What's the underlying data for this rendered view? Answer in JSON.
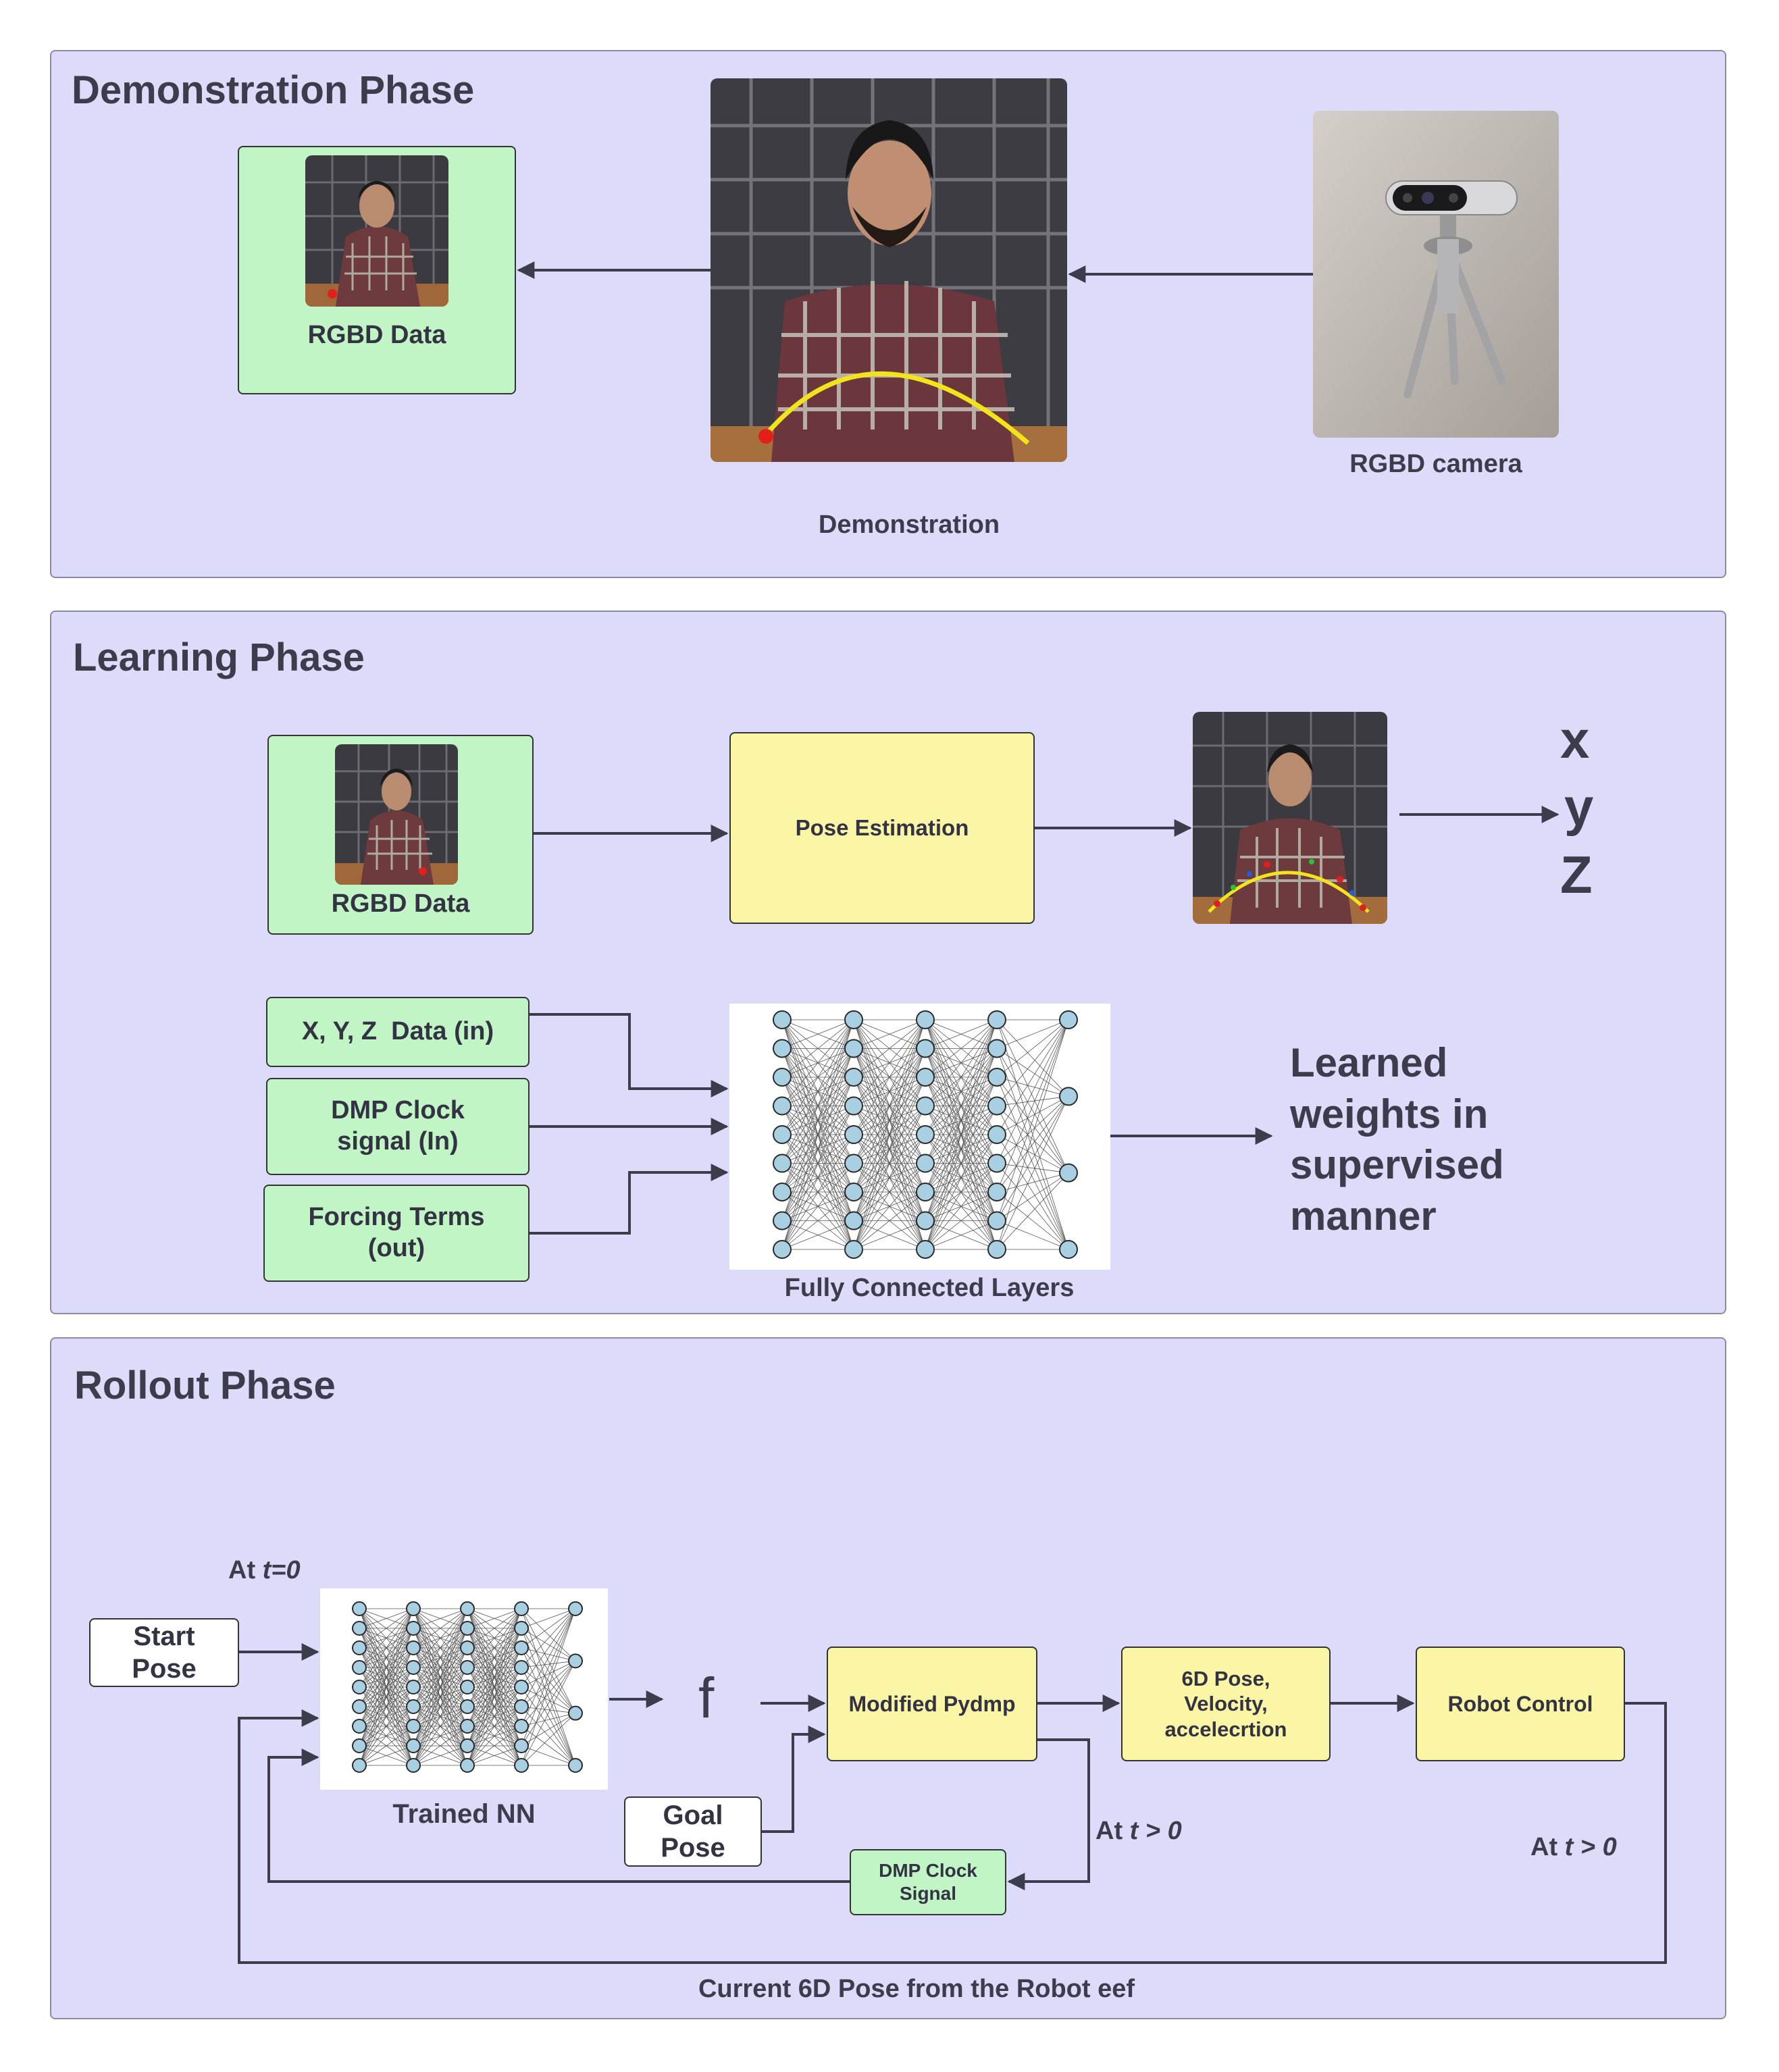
{
  "demonstration": {
    "title": "Demonstration Phase",
    "rgbd_data_label": "RGBD Data",
    "demonstration_label": "Demonstration",
    "camera_label": "RGBD camera"
  },
  "learning": {
    "title": "Learning Phase",
    "rgbd_data_label": "RGBD Data",
    "pose_estimation_label": "Pose Estimation",
    "axes": [
      "x",
      "y",
      "Z"
    ],
    "xyz_input_label": "X, Y, Z  Data (in)",
    "dmp_clock_label": "DMP Clock signal (In)",
    "forcing_terms_label": "Forcing Terms (out)",
    "fc_layers_label": "Fully Connected Layers",
    "learned_label": "Learned weights in supervised manner"
  },
  "rollout": {
    "title": "Rollout Phase",
    "at_t0_prefix": "At ",
    "at_t0_var": "t=0",
    "start_pose_label": "Start Pose",
    "trained_nn_label": "Trained NN",
    "f_label": "f",
    "goal_pose_label": "Goal Pose",
    "modified_pydmp_label": "Modified Pydmp",
    "pose_6d_label": "6D Pose, Velocity, accelecrtion",
    "robot_control_label": "Robot Control",
    "dmp_clock_signal_label": "DMP Clock Signal",
    "at_tgt0_prefix": "At ",
    "at_tgt0_var": "t > 0",
    "current_pose_label": "Current 6D Pose from the Robot eef"
  }
}
